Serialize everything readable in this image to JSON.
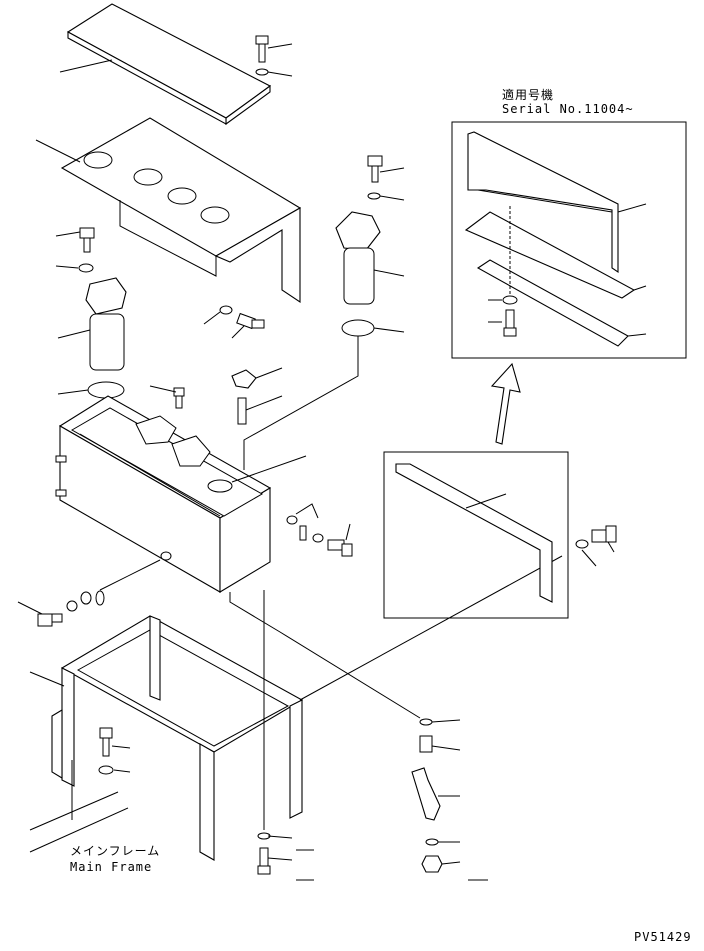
{
  "inset": {
    "title_jp": "適用号機",
    "title_en": "Serial No.11004~"
  },
  "main_frame": {
    "label_jp": "メインフレーム",
    "label_en": "Main Frame"
  },
  "drawing_code": "PV51429"
}
